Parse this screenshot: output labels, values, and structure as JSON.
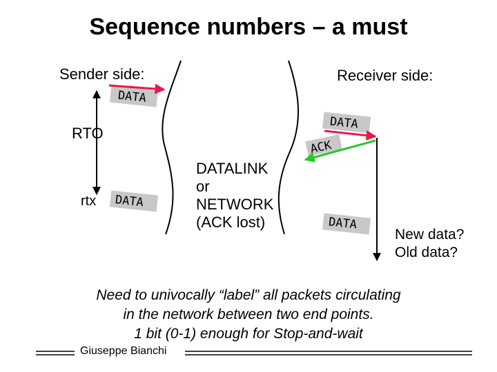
{
  "title": "Sequence numbers – a must",
  "sender_label": "Sender side:",
  "receiver_label": "Receiver side:",
  "rto_label": "RTO",
  "rtx_label": "rtx",
  "packets": {
    "data1": "DATA",
    "data2": "DATA",
    "ack": "ACK",
    "data_rtx": "DATA",
    "data3": "DATA"
  },
  "network": {
    "line1": "DATALINK",
    "line2": "or",
    "line3": "NETWORK",
    "line4": "(ACK lost)"
  },
  "question": {
    "line1": "New data?",
    "line2": "Old data?"
  },
  "note": {
    "line1": "Need to univocally “label” all packets circulating",
    "line2": "in the network between two end points.",
    "line3": "1 bit (0-1) enough for Stop-and-wait"
  },
  "footer": "Giuseppe Bianchi",
  "colors": {
    "data_arrow": "#e8174a",
    "ack_arrow": "#22cc22",
    "packet_box": "#c8c8c8"
  }
}
